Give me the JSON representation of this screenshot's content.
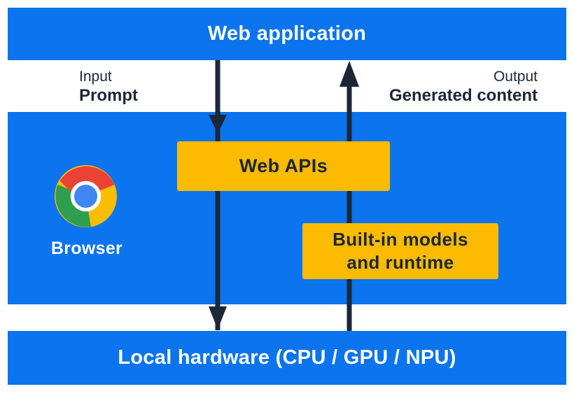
{
  "top_bar": {
    "label": "Web application"
  },
  "io": {
    "input_title": "Input",
    "input_subtitle": "Prompt",
    "output_title": "Output",
    "output_subtitle": "Generated content"
  },
  "panel": {
    "browser_label": "Browser",
    "web_apis_label": "Web APIs",
    "builtin_line1": "Built-in models",
    "builtin_line2": "and runtime"
  },
  "bottom_bar": {
    "label": "Local hardware (CPU / GPU / NPU)"
  },
  "colors": {
    "panel-blue": "#0b74ee",
    "accent-yellow": "#fcba00",
    "ink": "#1c2737",
    "bar-text": "#ffffff",
    "chrome-red": "#ea4335",
    "chrome-green": "#2f9e4f",
    "chrome-yellow": "#fbbc04",
    "chrome-blue": "#4285f4"
  }
}
